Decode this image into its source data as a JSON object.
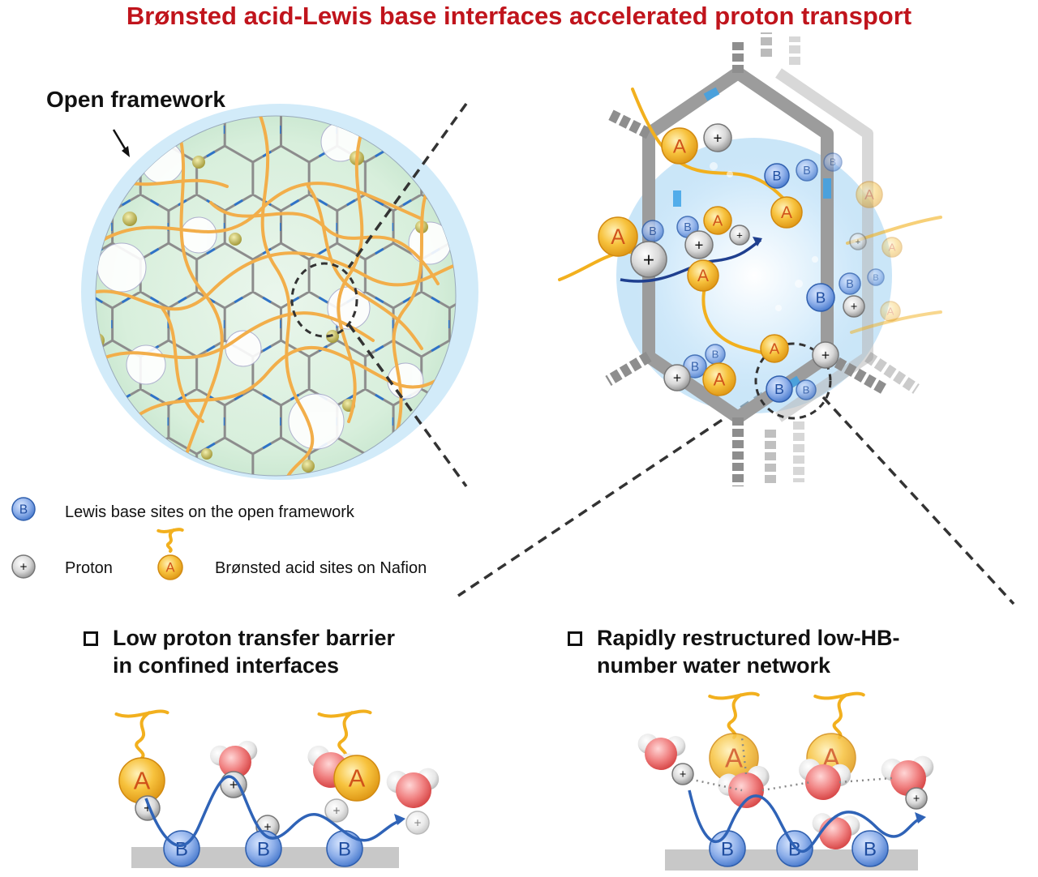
{
  "title": "Brønsted acid-Lewis base interfaces accelerated proton transport",
  "framework_label": "Open framework",
  "legend": {
    "base_symbol": "B",
    "base_text": "Lewis base sites on the open framework",
    "proton_symbol": "+",
    "proton_text": "Proton",
    "acid_symbol": "A",
    "acid_text": "Brønsted acid sites on Nafion"
  },
  "panels": {
    "left_heading_line1": "Low proton transfer barrier",
    "left_heading_line2": "in confined interfaces",
    "right_heading_line1": "Rapidly restructured low-HB-",
    "right_heading_line2": "number water network"
  },
  "colors": {
    "title": "#c0141c",
    "acid": "#f5b731",
    "base": "#4f7fd0",
    "nafion_chain": "#f2ae4a",
    "framework": "#8a8a8a",
    "water_oxygen": "#ef6a6a",
    "proton_path": "#2f63b7"
  }
}
